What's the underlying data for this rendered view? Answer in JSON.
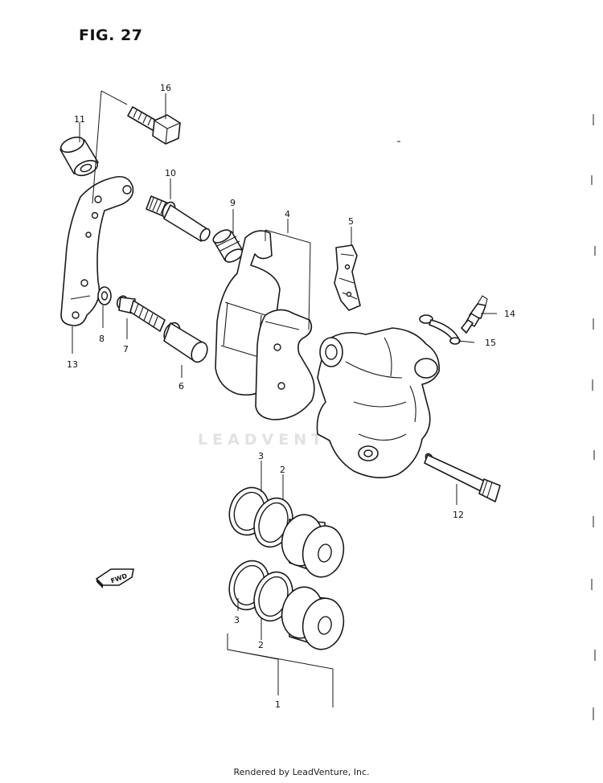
{
  "figure": {
    "title": "FIG. 27"
  },
  "watermark": {
    "text": "LEADVENTURE"
  },
  "fwd_badge": {
    "text": "FWD"
  },
  "callouts": {
    "c1": "1",
    "c2a": "2",
    "c2b": "2",
    "c3a": "3",
    "c3b": "3",
    "c4": "4",
    "c5": "5",
    "c6": "6",
    "c7": "7",
    "c8": "8",
    "c9": "9",
    "c10": "10",
    "c11": "11",
    "c12": "12",
    "c13": "13",
    "c14": "14",
    "c15": "15",
    "c16": "16"
  },
  "footer": {
    "text": "Rendered by LeadVenture, Inc."
  }
}
